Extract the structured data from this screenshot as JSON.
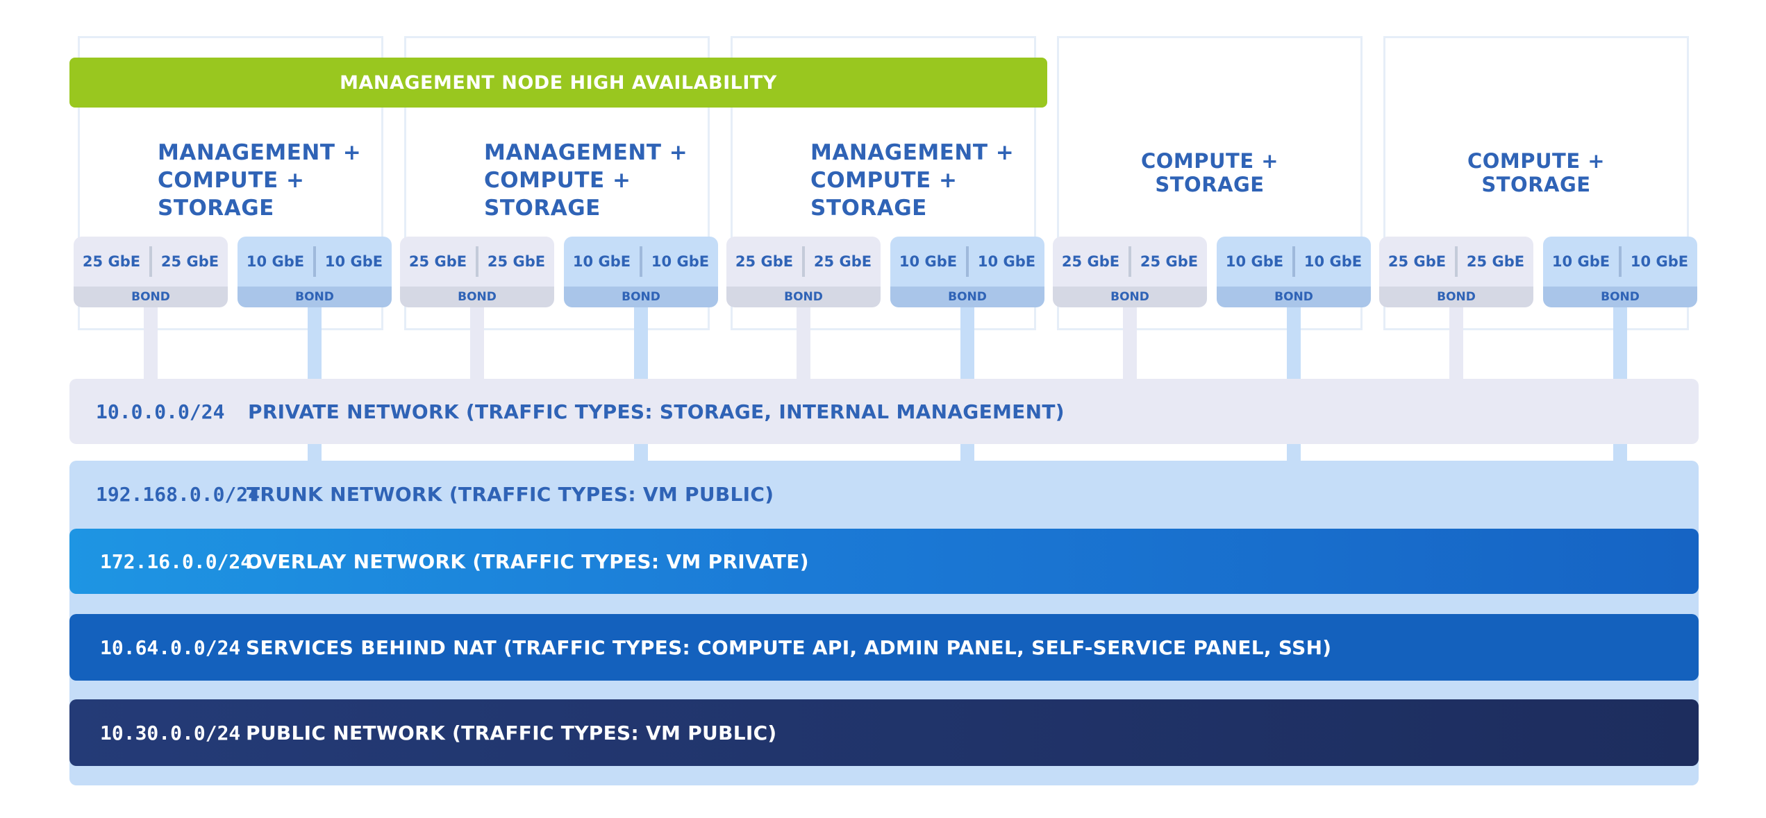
{
  "ha_banner": "MANAGEMENT NODE HIGH AVAILABILITY",
  "nodes": [
    {
      "title": "MANAGEMENT +\nCOMPUTE +\nSTORAGE",
      "kind": "mgmt",
      "bond_a": {
        "ports": [
          "25 GbE",
          "25 GbE"
        ],
        "bond": "BOND"
      },
      "bond_b": {
        "ports": [
          "10 GbE",
          "10 GbE"
        ],
        "bond": "BOND"
      }
    },
    {
      "title": "MANAGEMENT +\nCOMPUTE +\nSTORAGE",
      "kind": "mgmt",
      "bond_a": {
        "ports": [
          "25 GbE",
          "25 GbE"
        ],
        "bond": "BOND"
      },
      "bond_b": {
        "ports": [
          "10 GbE",
          "10 GbE"
        ],
        "bond": "BOND"
      }
    },
    {
      "title": "MANAGEMENT +\nCOMPUTE +\nSTORAGE",
      "kind": "mgmt",
      "bond_a": {
        "ports": [
          "25 GbE",
          "25 GbE"
        ],
        "bond": "BOND"
      },
      "bond_b": {
        "ports": [
          "10 GbE",
          "10 GbE"
        ],
        "bond": "BOND"
      }
    },
    {
      "title": "COMPUTE +\nSTORAGE",
      "kind": "comp",
      "bond_a": {
        "ports": [
          "25 GbE",
          "25 GbE"
        ],
        "bond": "BOND"
      },
      "bond_b": {
        "ports": [
          "10 GbE",
          "10 GbE"
        ],
        "bond": "BOND"
      }
    },
    {
      "title": "COMPUTE +\nSTORAGE",
      "kind": "comp",
      "bond_a": {
        "ports": [
          "25 GbE",
          "25 GbE"
        ],
        "bond": "BOND"
      },
      "bond_b": {
        "ports": [
          "10 GbE",
          "10 GbE"
        ],
        "bond": "BOND"
      }
    }
  ],
  "networks": {
    "private": {
      "cidr": "10.0.0.0/24",
      "label": "PRIVATE NETWORK (TRAFFIC TYPES: STORAGE, INTERNAL MANAGEMENT)"
    },
    "trunk": {
      "cidr": "192.168.0.0/24",
      "label": "TRUNK NETWORK (TRAFFIC TYPES: VM PUBLIC)"
    },
    "overlay": {
      "cidr": "172.16.0.0/24",
      "label": "OVERLAY NETWORK (TRAFFIC TYPES: VM PRIVATE)"
    },
    "nat": {
      "cidr": "10.64.0.0/24",
      "label": "SERVICES BEHIND NAT (TRAFFIC TYPES: COMPUTE API, ADMIN PANEL, SELF-SERVICE PANEL, SSH)"
    },
    "public": {
      "cidr": "10.30.0.0/24",
      "label": "PUBLIC NETWORK (TRAFFIC TYPES: VM PUBLIC)"
    }
  },
  "colors": {
    "ha_green": "#99c71f",
    "text_blue": "#2f63b6",
    "private_bg": "#e8e9f4",
    "trunk_bg": "#c5ddf8",
    "overlay_bg": "#1b7ad6",
    "nat_bg": "#1461bd",
    "public_bg": "#1d2d5e"
  }
}
